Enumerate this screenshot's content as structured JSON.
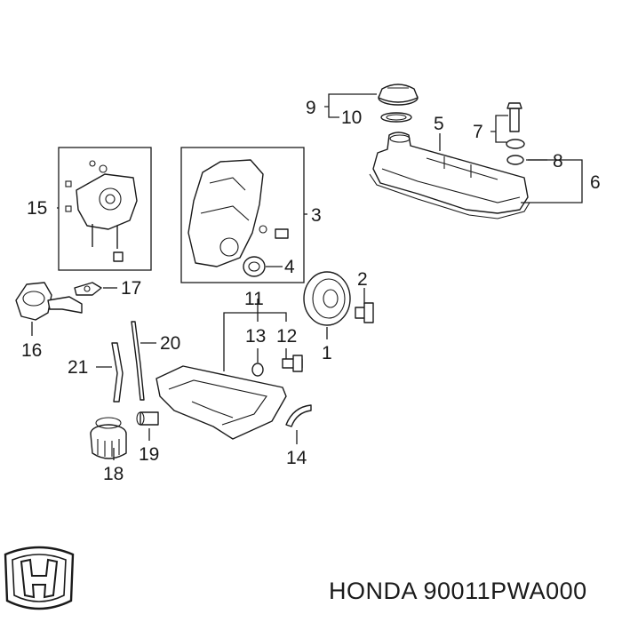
{
  "diagram": {
    "callouts": [
      {
        "id": "p1",
        "label": "1"
      },
      {
        "id": "p2",
        "label": "2"
      },
      {
        "id": "p3",
        "label": "3"
      },
      {
        "id": "p4",
        "label": "4"
      },
      {
        "id": "p5",
        "label": "5"
      },
      {
        "id": "p6",
        "label": "6"
      },
      {
        "id": "p7",
        "label": "7"
      },
      {
        "id": "p8",
        "label": "8"
      },
      {
        "id": "p9",
        "label": "9"
      },
      {
        "id": "p10",
        "label": "10"
      },
      {
        "id": "p11",
        "label": "11"
      },
      {
        "id": "p12",
        "label": "12"
      },
      {
        "id": "p13",
        "label": "13"
      },
      {
        "id": "p14",
        "label": "14"
      },
      {
        "id": "p15",
        "label": "15"
      },
      {
        "id": "p16",
        "label": "16"
      },
      {
        "id": "p17",
        "label": "17"
      },
      {
        "id": "p18",
        "label": "18"
      },
      {
        "id": "p19",
        "label": "19"
      },
      {
        "id": "p20",
        "label": "20"
      },
      {
        "id": "p21",
        "label": "21"
      }
    ]
  },
  "brand": {
    "logo": "honda-h-logo",
    "text": "HONDA 90011PWA000"
  },
  "colors": {
    "ink": "#1a1a1a",
    "background": "#ffffff"
  }
}
